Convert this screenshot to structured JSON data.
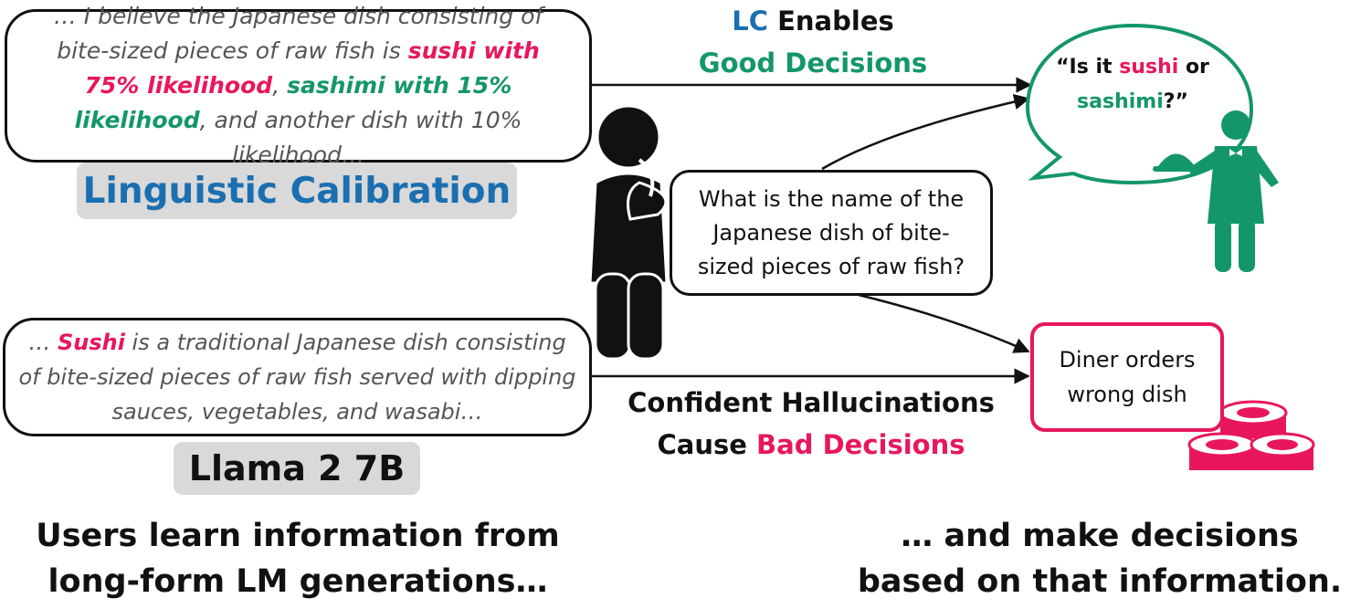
{
  "lc_bubble": {
    "pre": "… I believe the Japanese dish consisting of bite-sized pieces of raw fish is ",
    "sushi_prob": "sushi with 75% likelihood",
    "sep": ", ",
    "sashimi_prob": "sashimi with 15% likelihood",
    "post": ", and another dish with 10% likelihood…"
  },
  "lc_label": "Linguistic Calibration",
  "llama_bubble": {
    "pre": "… ",
    "sushi": "Sushi",
    "post": " is a traditional Japanese dish consisting of bite-sized pieces of raw fish served with dipping sauces, vegetables, and wasabi…"
  },
  "llama_label": "Llama 2 7B",
  "question": "What is the name of the Japanese dish of bite-sized pieces of raw fish?",
  "top_arrow": {
    "lc": "LC",
    "enables": " Enables",
    "good": "Good Decisions"
  },
  "bottom_arrow": {
    "line1": "Confident Hallucinations",
    "cause": "Cause ",
    "bad": "Bad Decisions"
  },
  "waiter_bubble": {
    "open": "“Is it ",
    "sushi": "sushi",
    "or": " or",
    "sashimi": "sashimi",
    "close": "?”"
  },
  "diner_box": "Diner orders wrong dish",
  "caption_left": {
    "line1": "Users learn information from",
    "line2": "long-form LM generations…"
  },
  "caption_right": {
    "line1": "… and make decisions",
    "line2": "based on that information."
  },
  "colors": {
    "pink": "#e8175d",
    "green": "#14966b",
    "blue": "#1b6fb0",
    "gray": "#d9d9d9"
  },
  "icons": [
    "thinking-person-icon",
    "waiter-icon",
    "sushi-icon"
  ]
}
